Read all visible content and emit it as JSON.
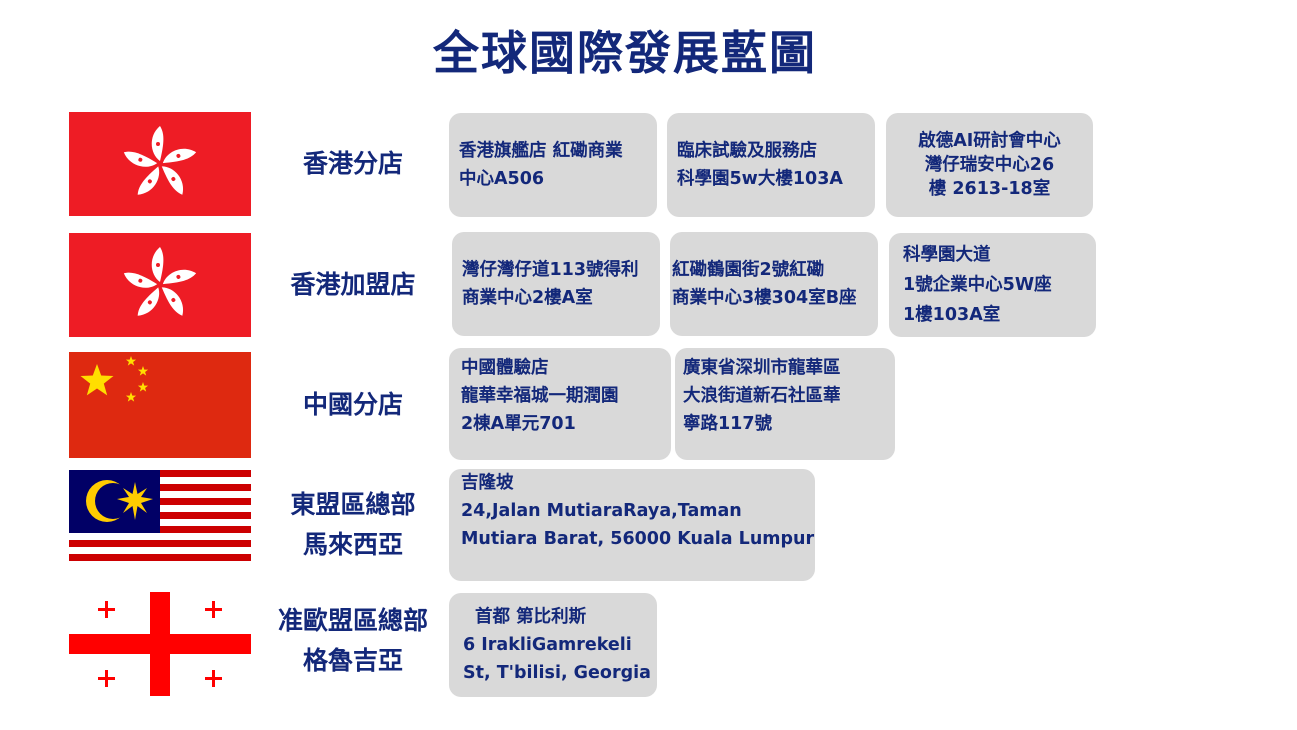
{
  "title": "全球國際發展藍圖",
  "rows": [
    {
      "flag": "hong-kong-flag",
      "region": [
        "香港分店"
      ],
      "stores": [
        [
          "香港旗艦店 紅磡商業",
          "中心A506"
        ],
        [
          "臨床試驗及服務店",
          "科學園5w大樓103A"
        ],
        [
          "啟德AI研討會中心",
          "灣仔瑞安中心26",
          "樓 2613-18室"
        ]
      ]
    },
    {
      "flag": "hong-kong-flag",
      "region": [
        "香港加盟店"
      ],
      "stores": [
        [
          "灣仔灣仔道113號得利",
          "商業中心2樓A室"
        ],
        [
          "紅磡鶴園街2號紅磡",
          "商業中心3樓304室B座"
        ],
        [
          "科學園大道",
          "1號企業中心5W座",
          "1樓103A室"
        ]
      ]
    },
    {
      "flag": "china-flag",
      "region": [
        "中國分店"
      ],
      "stores": [
        [
          "中國體驗店",
          "龍華幸福城一期潤園",
          "2棟A單元701"
        ],
        [
          "廣東省深圳市龍華區",
          "大浪街道新石社區華",
          "寧路117號"
        ]
      ]
    },
    {
      "flag": "malaysia-flag",
      "region": [
        "東盟區總部",
        "馬來西亞"
      ],
      "stores": [
        [
          "吉隆坡",
          "24,Jalan MutiaraRaya,Taman",
          "Mutiara Barat, 56000 Kuala Lumpur"
        ]
      ]
    },
    {
      "flag": "georgia-flag",
      "region": [
        "准歐盟區總部",
        "格魯吉亞"
      ],
      "stores": [
        [
          "首都 第比利斯",
          "6 IrakliGamrekeli",
          "St, T'bilisi, Georgia"
        ]
      ]
    }
  ],
  "colors": {
    "title": "#13287a",
    "card": "#d9d9d9",
    "hk_red": "#ee1c25",
    "china_red": "#de2910",
    "china_star": "#ffde00",
    "malaysia_blue": "#010066",
    "malaysia_red": "#cc0001",
    "malaysia_yellow": "#ffcc00",
    "georgia_red": "#ff0000"
  }
}
